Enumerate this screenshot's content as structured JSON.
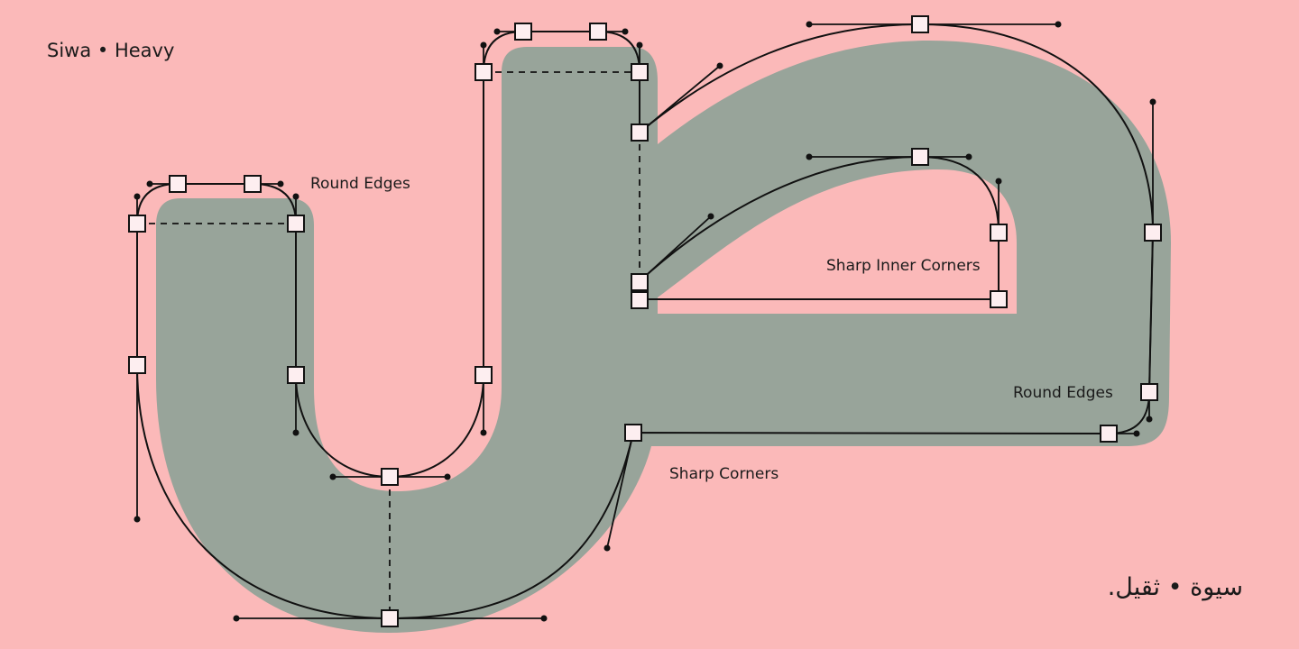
{
  "header": {
    "title_en": "Siwa • Heavy"
  },
  "footer": {
    "title_ar": "سيوة • ثقيل."
  },
  "annotations": {
    "round_edges_top": "Round Edges",
    "sharp_inner_corners": "Sharp Inner Corners",
    "round_edges_right": "Round Edges",
    "sharp_corners": "Sharp Corners"
  },
  "colors": {
    "background": "#fbb9b9",
    "glyph_fill": "#98a49a",
    "outline": "#111111",
    "point_fill": "#fdeef0"
  }
}
